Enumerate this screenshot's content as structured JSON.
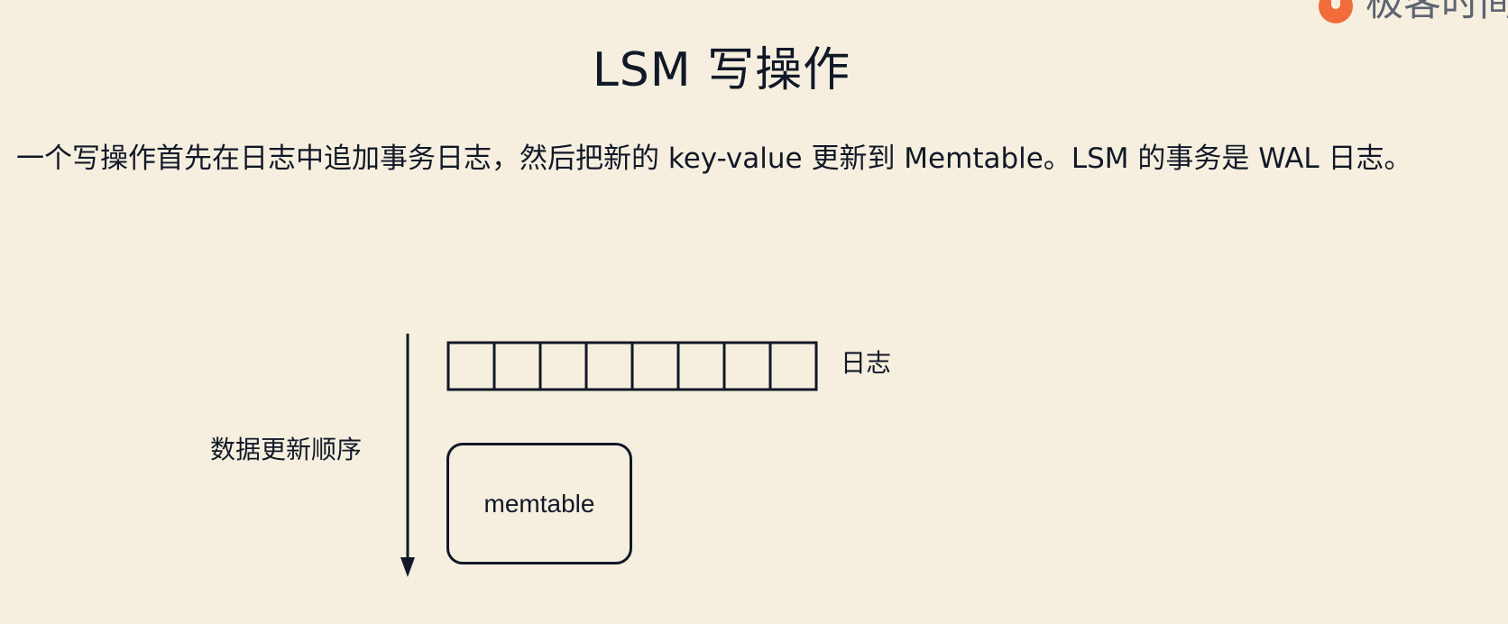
{
  "page": {
    "title": "LSM 写操作",
    "brand": "极客时间"
  },
  "content": {
    "paragraph": "一个写操作首先在日志中追加事务日志，然后把新的 key-value 更新到 Memtable。LSM 的事务是 WAL 日志。"
  },
  "diagram": {
    "direction_label": "数据更新顺序",
    "log_label": "日志",
    "memtable_label": "memtable",
    "log_cell_count": 8,
    "line_color": "#111827"
  }
}
